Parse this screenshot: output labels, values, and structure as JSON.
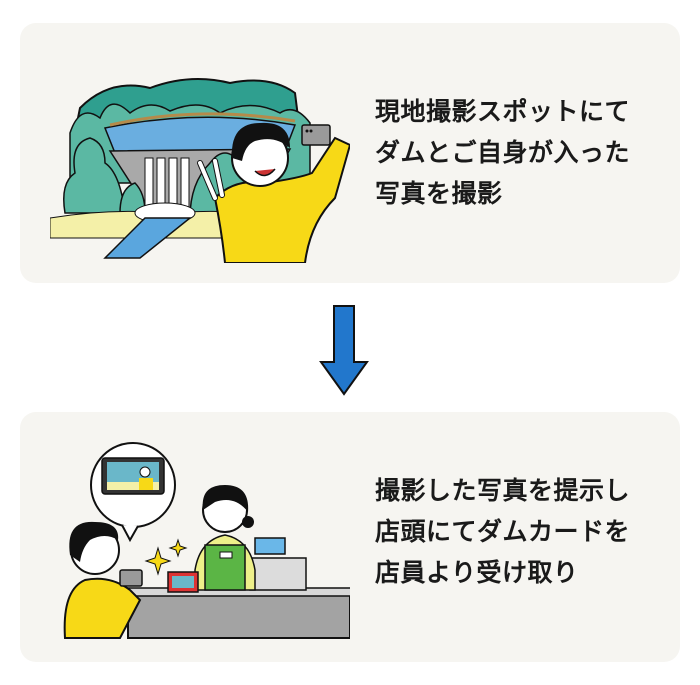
{
  "steps": [
    {
      "illustration": "selfie-at-dam-illustration",
      "lines": [
        "現地撮影スポットにて",
        "ダムとご自身が入った",
        "写真を撮影"
      ]
    },
    {
      "illustration": "show-photo-at-store-counter-illustration",
      "lines": [
        "撮影した写真を提示し",
        "店頭にてダムカードを",
        "店員より受け取り"
      ]
    }
  ],
  "arrow": {
    "icon": "arrow-down-icon",
    "color": "#2277cc"
  },
  "colors": {
    "card_bg": "#f6f5f1",
    "shirt_yellow": "#f7d917",
    "apron_green": "#5bb545",
    "tree_teal": "#4fae9a",
    "water_blue": "#5aa6de"
  }
}
